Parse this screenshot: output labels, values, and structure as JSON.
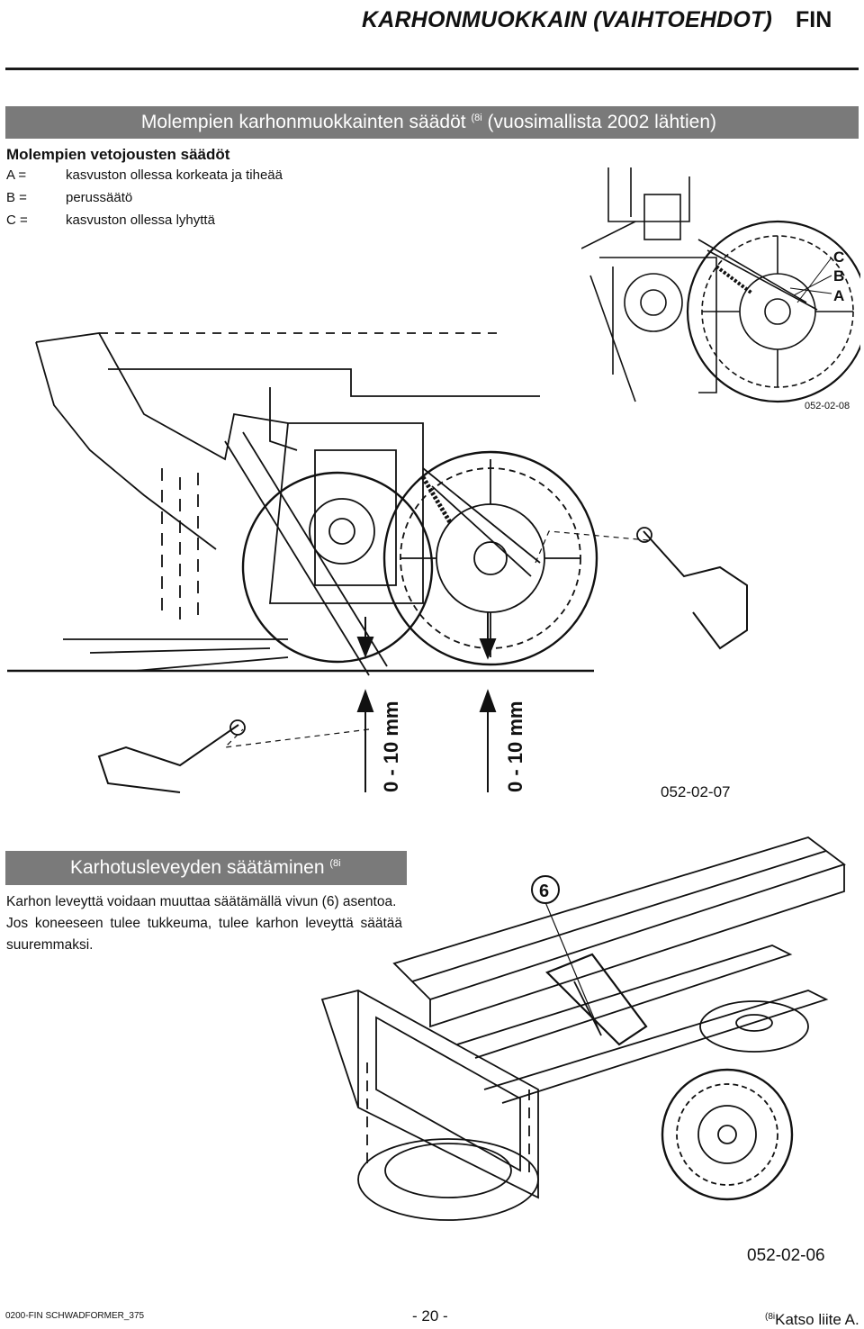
{
  "header": {
    "title": "KARHONMUOKKAIN (VAIHTOEHDOT)",
    "lang": "FIN"
  },
  "section1": {
    "bar_title": "Molempien karhonmuokkainten säädöt",
    "bar_sup": "(8i",
    "bar_suffix": "(vuosimallista 2002 lähtien)",
    "heading": "Molempien vetojousten säädöt",
    "settings": [
      {
        "key": "A =",
        "value": "kasvuston ollessa korkeata ja tiheää"
      },
      {
        "key": "B =",
        "value": "perussäätö"
      },
      {
        "key": "C =",
        "value": "kasvuston ollessa lyhyttä"
      }
    ]
  },
  "figure1": {
    "labels": [
      "C",
      "B",
      "A"
    ],
    "code": "052-02-08"
  },
  "figure2": {
    "measure_left": "0 - 10 mm",
    "measure_right": "0 - 10 mm",
    "code": "052-02-07"
  },
  "section2": {
    "bar_title": "Karhotusleveyden säätäminen",
    "bar_sup": "(8i",
    "paragraph1": "Karhon leveyttä voidaan muuttaa säätämällä vivun (6) asentoa.",
    "paragraph2": "Jos koneeseen tulee tukkeuma, tulee karhon leveyttä säätää suuremmaksi."
  },
  "figure3": {
    "callout": "6",
    "code": "052-02-06"
  },
  "footer": {
    "doc_code": "0200-FIN SCHWADFORMER_375",
    "page": "- 20 -",
    "note_sup": "(8i",
    "note": "Katso liite A."
  }
}
